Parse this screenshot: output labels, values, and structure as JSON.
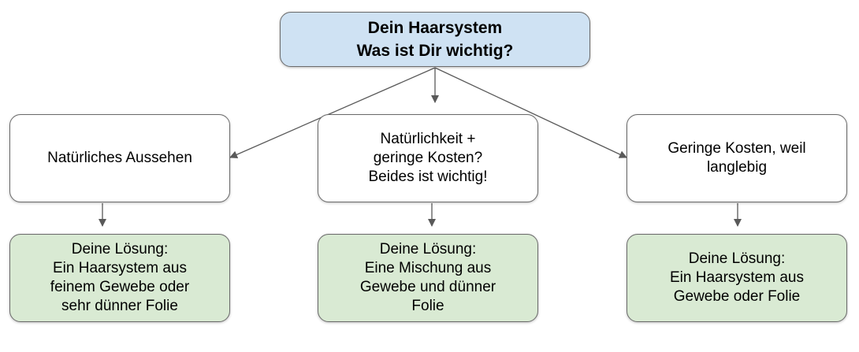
{
  "root": {
    "line1": "Dein Haarsystem",
    "line2": "Was ist Dir wichtig?"
  },
  "options": [
    {
      "text": "Natürliches Aussehen"
    },
    {
      "text": "Natürlichkeit +\ngeringe Kosten?\nBeides ist wichtig!"
    },
    {
      "text": "Geringe Kosten, weil\nlanglebig"
    }
  ],
  "solutions": [
    {
      "text": "Deine Lösung:\nEin Haarsystem aus\nfeinem Gewebe oder\nsehr dünner Folie"
    },
    {
      "text": "Deine Lösung:\nEine Mischung aus\nGewebe und dünner\nFolie"
    },
    {
      "text": "Deine Lösung:\nEin Haarsystem aus\nGewebe oder Folie"
    }
  ],
  "colors": {
    "root_fill": "#cfe2f3",
    "option_fill": "#ffffff",
    "solution_fill": "#d9ead3",
    "connector": "#595959"
  }
}
